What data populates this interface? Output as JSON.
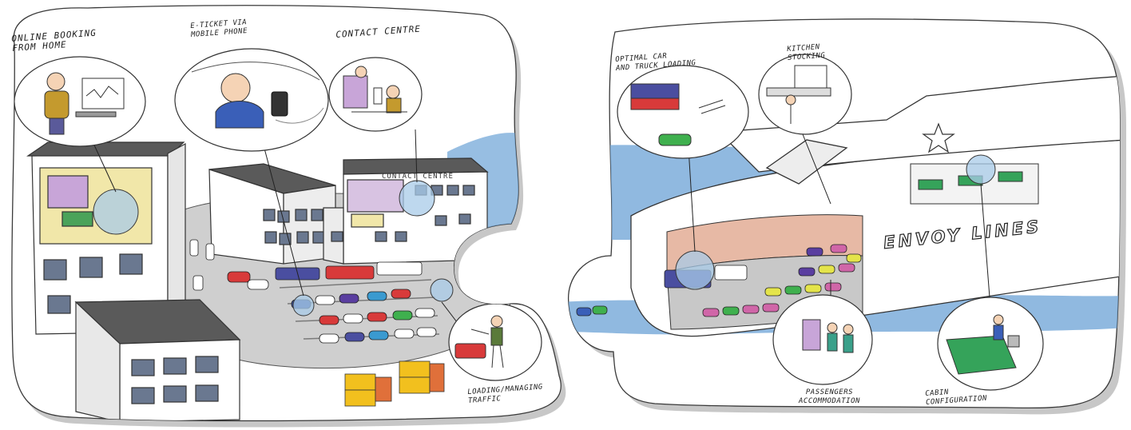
{
  "left_panel": {
    "labels": {
      "online_booking": "ONLINE BOOKING\nFROM HOME",
      "e_ticket": "E-TICKET VIA\nMOBILE PHONE",
      "contact_centre": "CONTACT CENTRE",
      "building_sign": "CONTACT CENTRE",
      "loading": "LOADING/MANAGING\nTRAFFIC"
    }
  },
  "right_panel": {
    "labels": {
      "car_loading": "OPTIMAL CAR\nAND TRUCK LOADING",
      "kitchen": "KITCHEN\nSTOCKING",
      "passengers": "PASSENGERS\nACCOMMODATION",
      "cabin": "CABIN\nCONFIGURATION"
    },
    "ship_name": "ENVOY LINES"
  },
  "colors": {
    "sea": "#74a8d8",
    "ground": "#cfcfcf",
    "roof": "#5a5a5a",
    "interior_pink": "#e7b9a5",
    "cabin_green": "#35a35a",
    "highlight_blue": "#a8cbe8"
  }
}
